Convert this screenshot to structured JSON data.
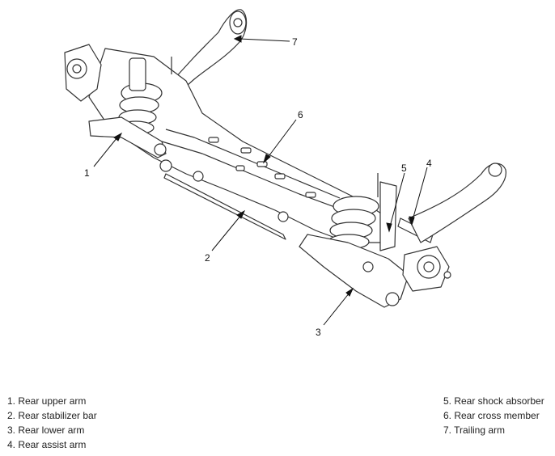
{
  "callouts": {
    "c1": "1",
    "c2": "2",
    "c3": "3",
    "c4": "4",
    "c5": "5",
    "c6": "6",
    "c7": "7"
  },
  "legend": {
    "left": [
      "1. Rear upper arm",
      "2. Rear stabilizer bar",
      "3. Rear lower arm",
      "4. Rear assist arm"
    ],
    "right": [
      "5. Rear shock absorber",
      "6. Rear cross member",
      "7. Trailing arm"
    ]
  }
}
